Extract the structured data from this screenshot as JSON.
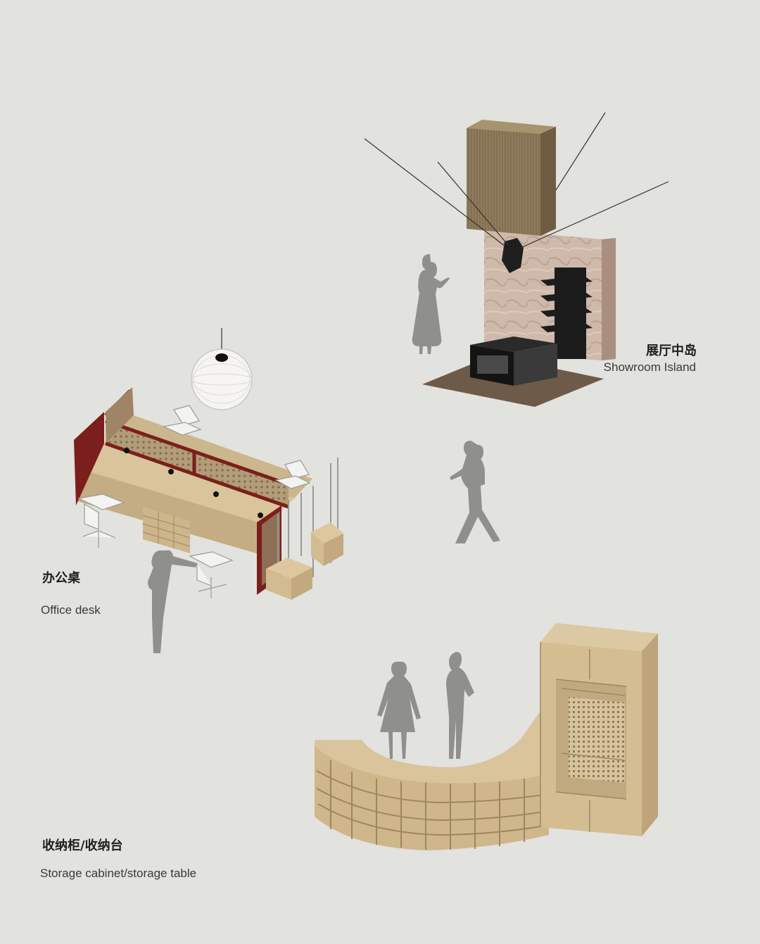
{
  "sections": {
    "showroom_island": {
      "title_zh": "展厅中岛",
      "title_en": "Showroom Island"
    },
    "office_desk": {
      "title_zh": "办公桌",
      "title_en": "Office desk"
    },
    "storage": {
      "title_zh": "收纳柜/收纳台",
      "title_en": "Storage cabinet/storage table"
    }
  },
  "colors": {
    "background": "#e2e2de",
    "wood_light": "#d9c49c",
    "wood_old": "#8a7456",
    "stone_wall": "#cdb8a8",
    "frame_red": "#7a1f1c",
    "figure_gray": "#8f8f8b",
    "black": "#1c1c1c",
    "floor_brown": "#6e5a48"
  }
}
